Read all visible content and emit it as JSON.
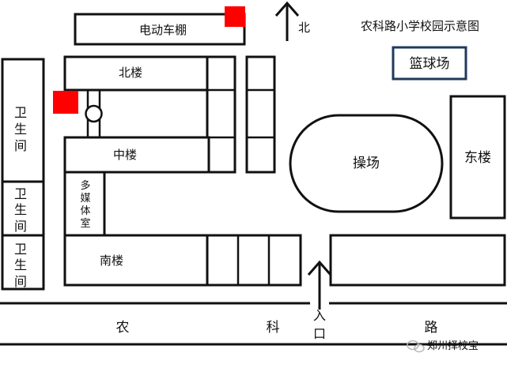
{
  "title": "农科路小学校园示意图",
  "north": "北",
  "buildings": {
    "bike_shed": "电动车棚",
    "north_building": "北楼",
    "middle_building": "中楼",
    "multimedia_room": [
      "多",
      "媒",
      "体",
      "室"
    ],
    "south_building": "南楼",
    "playground": "操场",
    "east_building": "东楼",
    "basketball_court": "篮球场",
    "toilet_1": [
      "卫",
      "生",
      "间"
    ],
    "toilet_2": [
      "卫",
      "生",
      "间"
    ],
    "toilet_3": [
      "卫",
      "生",
      "间"
    ]
  },
  "road": [
    "农",
    "科",
    "路"
  ],
  "entrance": [
    "入",
    "口"
  ],
  "watermark": "郑州择校宝",
  "colors": {
    "marker": "#ff0000",
    "basketball_border": "#1f3a5a",
    "watermark": "#b8b8b8"
  }
}
